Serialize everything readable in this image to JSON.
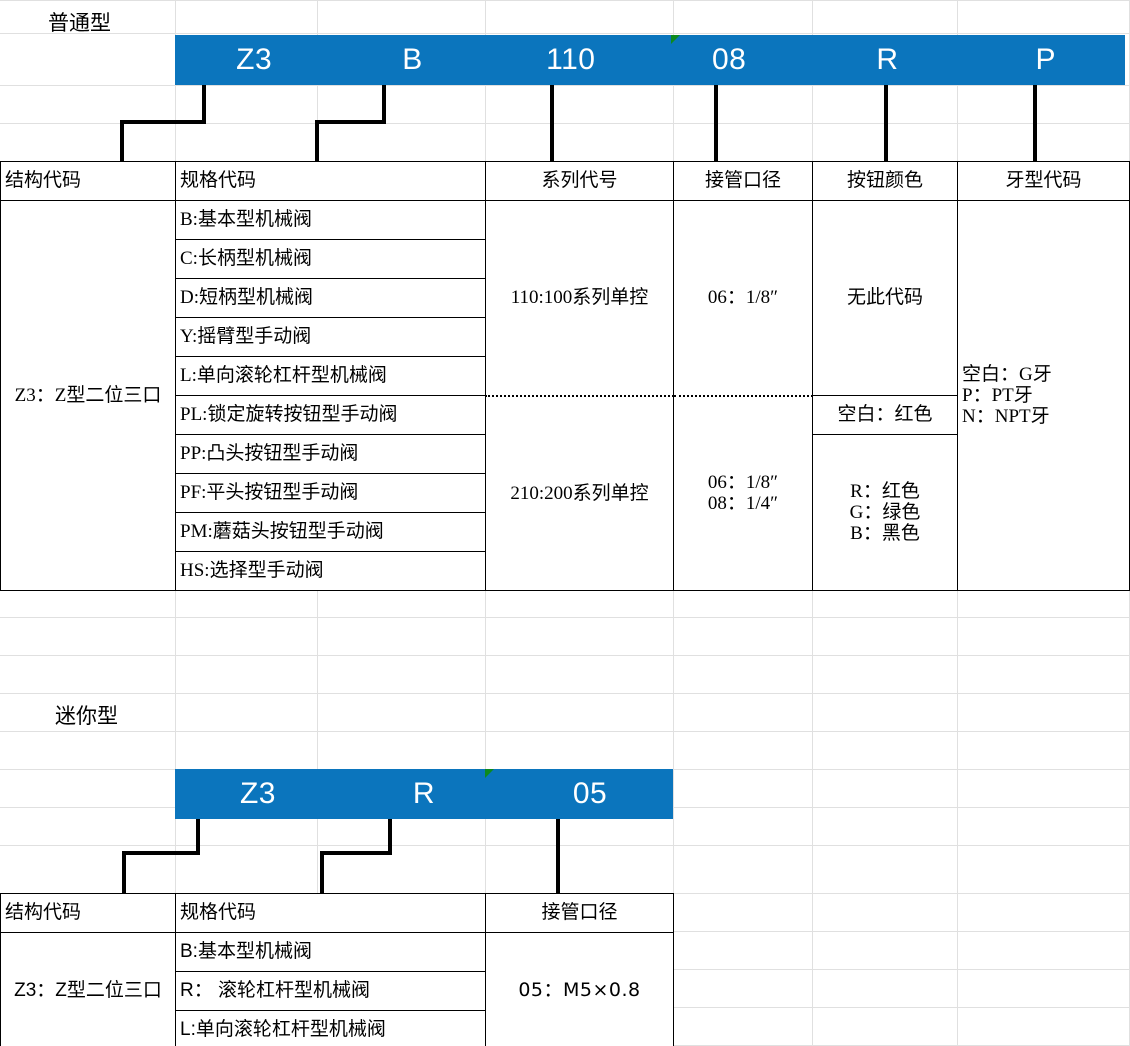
{
  "theme": {
    "code_bar_color": "#0b75bd",
    "code_text_color": "#ffffff",
    "comment_marker_color": "#0d8a1e",
    "grid_color": "#e0e0e0",
    "border_color": "#000000"
  },
  "sections": [
    {
      "caption": "普通型",
      "code_bar": {
        "segments": [
          "Z3",
          "B",
          "110",
          "08",
          "R",
          "P"
        ]
      },
      "table": {
        "headers": [
          "结构代码",
          "规格代码",
          "系列代号",
          "接管口径",
          "按钮颜色",
          "牙型代码"
        ],
        "structure_code": "Z3：Z型二位三口",
        "spec_codes": [
          "B:基本型机械阀",
          "C:长柄型机械阀",
          "D:短柄型机械阀",
          "Y:摇臂型手动阀",
          "L:单向滚轮杠杆型机械阀",
          "PL:锁定旋转按钮型手动阀",
          "PP:凸头按钮型手动阀",
          "PF:平头按钮型手动阀",
          "PM:蘑菇头按钮型手动阀",
          "HS:选择型手动阀"
        ],
        "series_codes": [
          "110:100系列单控",
          "210:200系列单控"
        ],
        "port_sizes": {
          "upper": "06：1/8″",
          "lower_line1": "06：1/8″",
          "lower_line2": "08：1/4″"
        },
        "button_colors": {
          "upper": "无此代码",
          "blank": "空白：红色",
          "options_line1": "R：红色",
          "options_line2": "G：绿色",
          "options_line3": "B：黑色"
        },
        "thread_codes": {
          "line1": "空白：G牙",
          "line2": "P：PT牙",
          "line3": "N：NPT牙"
        }
      }
    },
    {
      "caption": "迷你型",
      "code_bar": {
        "segments": [
          "Z3",
          "R",
          "05"
        ]
      },
      "table": {
        "headers": [
          "结构代码",
          "规格代码",
          "接管口径"
        ],
        "structure_code": "Z3：Z型二位三口",
        "spec_codes": [
          "B:基本型机械阀",
          "R： 滚轮杠杆型机械阀",
          "L:单向滚轮杠杆型机械阀"
        ],
        "port_size": "05：M5×0.8"
      }
    }
  ]
}
